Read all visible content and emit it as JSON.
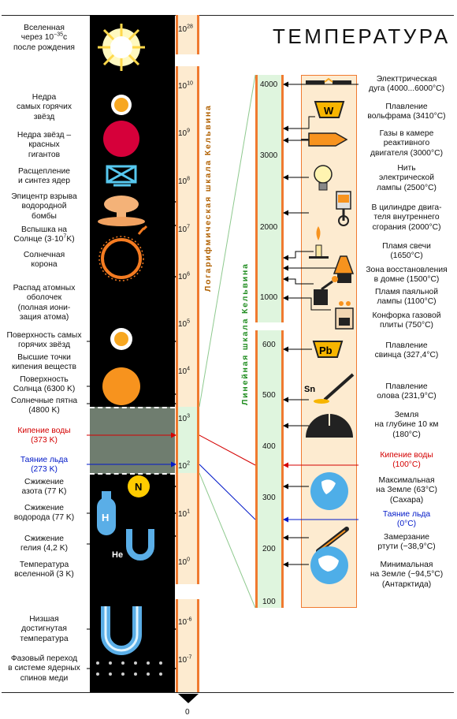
{
  "title": "ТЕМПЕРАТУРА",
  "log_scale": {
    "axis_label": "Логарифмическая   шкала   Кельвина",
    "ticks": [
      {
        "base": "10",
        "exp": "28"
      },
      {
        "base": "10",
        "exp": "10"
      },
      {
        "base": "10",
        "exp": "9"
      },
      {
        "base": "10",
        "exp": "8"
      },
      {
        "base": "10",
        "exp": "7"
      },
      {
        "base": "10",
        "exp": "6"
      },
      {
        "base": "10",
        "exp": "5"
      },
      {
        "base": "10",
        "exp": "4"
      },
      {
        "base": "10",
        "exp": "3"
      },
      {
        "base": "10",
        "exp": "2"
      },
      {
        "base": "10",
        "exp": "1"
      },
      {
        "base": "10",
        "exp": "0"
      },
      {
        "base": "10",
        "exp": "-6"
      },
      {
        "base": "10",
        "exp": "-7"
      }
    ],
    "zero_label": "0"
  },
  "linear_scale": {
    "axis_label": "Линейная   шкала   Кельвина",
    "ticks": [
      "4000",
      "3000",
      "2000",
      "1000",
      "600",
      "500",
      "400",
      "300",
      "200",
      "100"
    ]
  },
  "left_labels": [
    {
      "l1": "Вселенная",
      "l2a": "через 10",
      "l2sup": "−35",
      "l2b": "с",
      "l3": "после рождения"
    },
    {
      "text": "Недра\nсамых горячих\nзвёзд"
    },
    {
      "text": "Недра звёзд –\nкрасных\nгигантов"
    },
    {
      "text": "Расщепление\nи синтез ядер"
    },
    {
      "text": "Эпицентр взрыва\nводородной\nбомбы"
    },
    {
      "l1": "Вспышка на",
      "l2a": "Солнце (3·10",
      "l2sup": "7",
      "l2b": "K)"
    },
    {
      "text": "Солнечная\nкорона"
    },
    {
      "text": "Распад атомных\nоболочек\n(полная иони-\nзация атома)"
    },
    {
      "text": "Поверхность самых\nгорячих звёзд"
    },
    {
      "text": "Высшие точки\nкипения веществ"
    },
    {
      "text": "Поверхность\nСолнца (6300 K)"
    },
    {
      "text": "Солнечные пятна\n(4800 K)"
    },
    {
      "text": "Кипение воды\n(373 K)",
      "color": "red"
    },
    {
      "text": "Таяние льда\n(273 K)",
      "color": "blue"
    },
    {
      "text": "Сжижение\nазота (77 K)"
    },
    {
      "text": "Сжижение\nводорода (77 K)"
    },
    {
      "text": "Сжижение\nгелия (4,2 K)"
    },
    {
      "text": "Температура\nвселенной (3 K)"
    },
    {
      "text": "Низшая\nдостигнутая\nтемпература"
    },
    {
      "text": "Фазовый переход\nв системе ядерных\nспинов меди"
    }
  ],
  "right_labels": [
    {
      "text": "Электтрическая\nдуга (4000...6000°C)"
    },
    {
      "text": "Плавление\nвольфрама (3410°C)"
    },
    {
      "text": "Газы в камере\nреактивного\nдвигателя (3000°C)"
    },
    {
      "text": "Нить\nэлектрической\nлампы (2500°C)"
    },
    {
      "text": "В цилиндре двига-\nтеля внутреннего\nсгорания (2000°C)"
    },
    {
      "text": "Пламя свечи\n(1650°C)"
    },
    {
      "text": "Зона восстановления\nв домне (1500°C)"
    },
    {
      "text": "Пламя паяльной\nлампы (1100°C)"
    },
    {
      "text": "Конфорка газовой\nплиты (750°C)"
    },
    {
      "text": "Плавление\nсвинца (327,4°C)"
    },
    {
      "text": "Плавление\nолова (231,9°C)"
    },
    {
      "text": "Земля\nна глубине 10 км\n(180°C)"
    },
    {
      "text": "Кипение воды\n(100°C)",
      "color": "red"
    },
    {
      "text": "Максимальная\nна Земле (63°C)\n(Сахара)"
    },
    {
      "text": "Таяние льда\n(0°C)",
      "color": "blue"
    },
    {
      "text": "Замерзание\nртути (−38,9°C)"
    },
    {
      "text": "Минимальная\nна Земле (−94,5°C)\n(Антарктида)"
    }
  ],
  "icon_text": {
    "tungsten": "W",
    "lead": "Pb",
    "tin": "Sn",
    "nitrogen": "N",
    "hydrogen": "H",
    "helium": "He"
  },
  "colors": {
    "scale_fill": "#fdebd0",
    "scale_edge": "#f07a30",
    "linear_fill": "#dff5de",
    "linear_edge": "#f07a30",
    "icon_column_fill": "#fdebd0",
    "black_column": "#000000",
    "water_boiling": "#d40000",
    "ice_melting": "#0018c8",
    "log_axis_label": "#b06000",
    "linear_axis_label": "#1f8c1f"
  }
}
